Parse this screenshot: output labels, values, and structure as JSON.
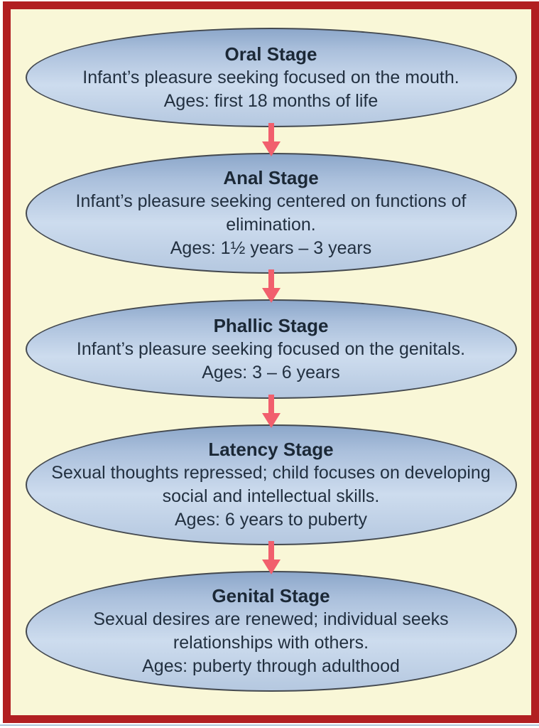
{
  "theme": {
    "frame_red": "#b11f21",
    "canvas_cream": "#f9f7d7",
    "ellipse_top": "#8ca7ca",
    "ellipse_mid": "#cddcee",
    "ellipse_bottom": "#b5c8e0",
    "ellipse_border": "#44494f",
    "text_dark": "#223040",
    "arrow_pink": "#f15f6d",
    "bottom_line_blue": "#adc6d9"
  },
  "diagram": {
    "stages": [
      {
        "title": "Oral Stage",
        "description": "Infant’s pleasure seeking focused on the mouth.",
        "ages": "Ages: first 18 months of life"
      },
      {
        "title": "Anal Stage",
        "description": "Infant’s pleasure seeking centered on functions of elimination.",
        "ages": "Ages: 1½ years – 3 years"
      },
      {
        "title": "Phallic Stage",
        "description": "Infant’s pleasure seeking focused on the genitals.",
        "ages": "Ages: 3 – 6 years"
      },
      {
        "title": "Latency Stage",
        "description": "Sexual thoughts repressed; child focuses on developing social and intellectual skills.",
        "ages": "Ages: 6 years to puberty"
      },
      {
        "title": "Genital Stage",
        "description": "Sexual desires are renewed; individual seeks relationships with others.",
        "ages": "Ages: puberty through adulthood"
      }
    ]
  }
}
